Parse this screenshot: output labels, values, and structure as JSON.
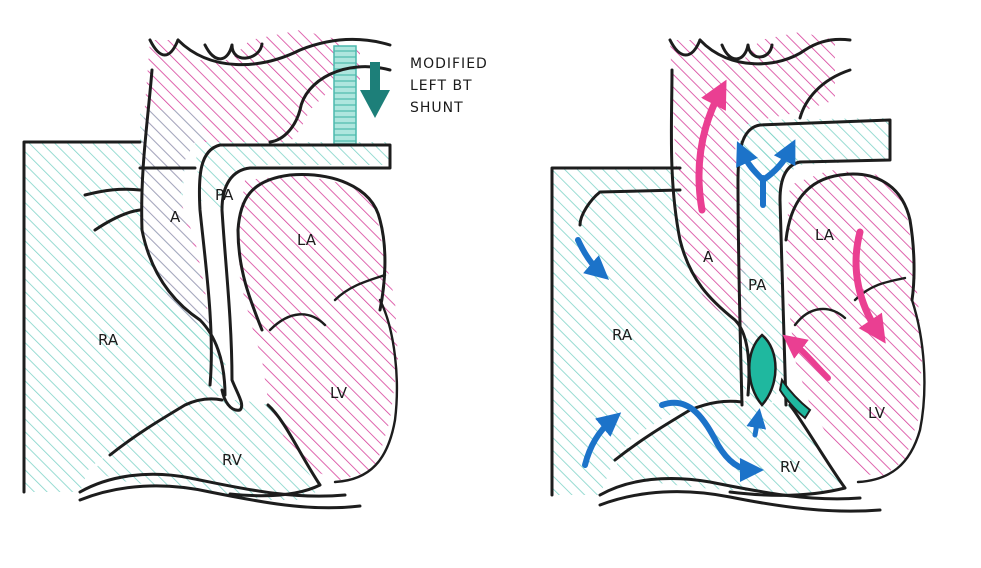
{
  "panels": {
    "left": {
      "labels": {
        "aorta": "A",
        "pulmonary_artery": "PA",
        "left_atrium": "LA",
        "right_atrium": "RA",
        "left_ventricle": "LV",
        "right_ventricle": "RV"
      },
      "annotation": {
        "line1": "MODIFIED",
        "line2": "LEFT BT",
        "line3": "SHUNT"
      }
    },
    "right": {
      "labels": {
        "aorta": "A",
        "pulmonary_artery": "PA",
        "left_atrium": "LA",
        "right_atrium": "RA",
        "left_ventricle": "LV",
        "right_ventricle": "RV"
      }
    }
  },
  "colors": {
    "deoxygenated_hatch": "#7fd3c8",
    "oxygenated_hatch": "#d6409a",
    "deoxygenated_arrow": "#1c73c9",
    "oxygenated_arrow": "#ea3f92",
    "shunt_fill": "#aee6de",
    "shunt_arrow": "#1d7f79",
    "valve_fill": "#1fb89f",
    "ink": "#1d1d1d"
  }
}
